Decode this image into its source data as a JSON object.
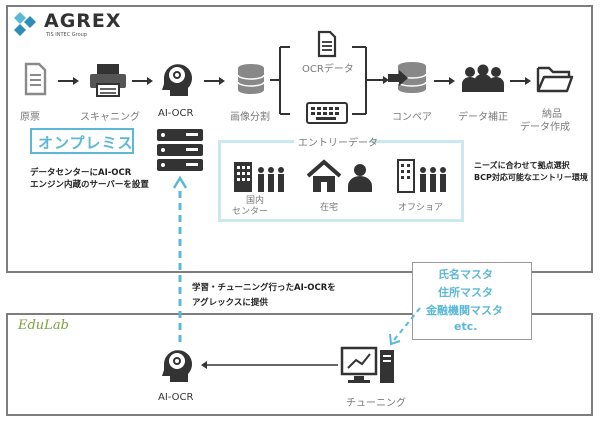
{
  "brand": {
    "name": "AGREX",
    "subtitle": "TIS INTEC Group",
    "edu_logo": "EduLab"
  },
  "flow": {
    "steps": [
      {
        "label": "原票",
        "icon": "document-icon"
      },
      {
        "label": "スキャニング",
        "icon": "printer-icon"
      },
      {
        "label": "AI-OCR",
        "icon": "ai-head-icon"
      },
      {
        "label": "画像分割",
        "icon": "database-icon"
      },
      {
        "label": "コンペア",
        "icon": "database-arrow-icon"
      },
      {
        "label": "データ補正",
        "icon": "people-icon"
      },
      {
        "label": "納品\nデータ作成",
        "icon": "folder-icon"
      }
    ],
    "ocr_data": "OCRデータ",
    "entry_data": "エントリーデータ"
  },
  "onprem": {
    "badge": "オンプレミス",
    "note_line1": "データセンターにAI-OCR",
    "note_line2": "エンジン内蔵のサーバーを設置"
  },
  "entry_locations": [
    {
      "label": "国内\nセンター",
      "icon": "building-people-icon"
    },
    {
      "label": "在宅",
      "icon": "home-person-icon"
    },
    {
      "label": "オフショア",
      "icon": "office-people-icon"
    }
  ],
  "needs": {
    "line1": "ニーズに合わせて拠点選択",
    "line2": "BCP対応可能なエントリー環境"
  },
  "learning": {
    "line1": "学習・チューニング行ったAI-OCRを",
    "line2": "アグレックスに提供"
  },
  "masters": {
    "items": [
      "氏名マスタ",
      "住所マスタ",
      "金融機関マスタ",
      "etc."
    ]
  },
  "edulab": {
    "ai_ocr": "AI-OCR",
    "tuning": "チューニング"
  },
  "colors": {
    "accent": "#5bb8d6",
    "border": "#7d7d7d",
    "icon": "#333333"
  }
}
